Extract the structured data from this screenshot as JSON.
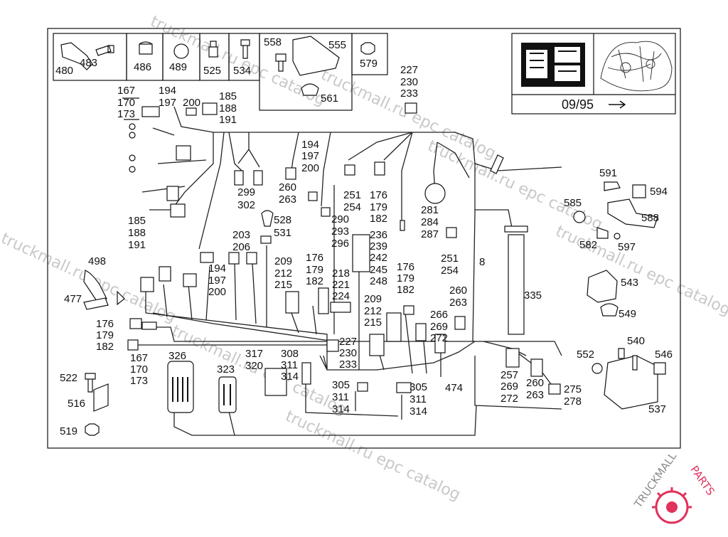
{
  "diagram": {
    "date_code": "09/95",
    "labels": [
      "480",
      "483",
      "486",
      "489",
      "525",
      "534",
      "558",
      "555",
      "561",
      "579",
      "227",
      "230",
      "233",
      "167",
      "170",
      "173",
      "194",
      "197",
      "200",
      "185",
      "188",
      "191",
      "194",
      "197",
      "200",
      "251",
      "254",
      "176",
      "179",
      "182",
      "299",
      "302",
      "260",
      "263",
      "290",
      "293",
      "296",
      "281",
      "284",
      "287",
      "8",
      "591",
      "594",
      "585",
      "588",
      "582",
      "597",
      "528",
      "531",
      "236",
      "239",
      "242",
      "245",
      "248",
      "185",
      "188",
      "191",
      "203",
      "206",
      "209",
      "212",
      "215",
      "194",
      "197",
      "200",
      "176",
      "179",
      "182",
      "218",
      "221",
      "224",
      "251",
      "254",
      "260",
      "263",
      "266",
      "269",
      "272",
      "335",
      "498",
      "477",
      "543",
      "549",
      "176",
      "179",
      "182",
      "209",
      "212",
      "215",
      "176",
      "179",
      "182",
      "227",
      "230",
      "233",
      "540",
      "546",
      "552",
      "537",
      "167",
      "170",
      "173",
      "326",
      "317",
      "320",
      "308",
      "311",
      "314",
      "323",
      "305",
      "311",
      "314",
      "305",
      "311",
      "314",
      "474",
      "257",
      "269",
      "272",
      "260",
      "263",
      "275",
      "278",
      "522",
      "516",
      "519"
    ]
  },
  "watermarks": [
    "truckmall.ru epc catalog",
    "truckmall.ru epc catalog",
    "truckmall.ru epc catalog",
    "truckmall.ru epc catalog",
    "truckmall.ru epc catalog",
    "truckmall.ru epc catalog",
    "truckmall.ru epc catalog"
  ],
  "brand": {
    "left": "TRUCKMALL",
    "right": "PARTS",
    "right_color": "#e0325c",
    "left_color": "#8a8a8a"
  }
}
